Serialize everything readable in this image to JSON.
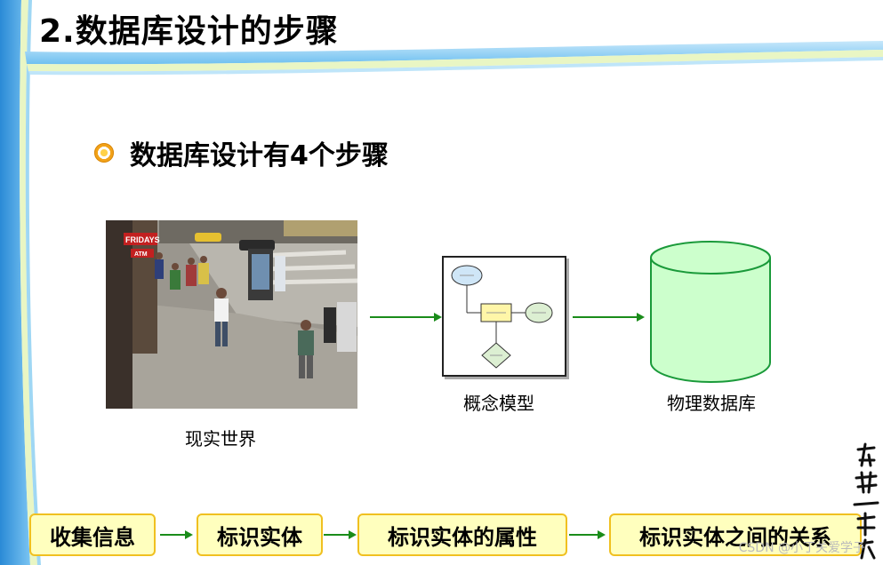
{
  "slide": {
    "title": "2.数据库设计的步骤",
    "bullet": "数据库设计有4个步骤"
  },
  "diagram": {
    "real_world_label": "现实世界",
    "concept_model_label": "概念模型",
    "physical_db_label": "物理数据库"
  },
  "steps": [
    {
      "label": "收集信息"
    },
    {
      "label": "标识实体"
    },
    {
      "label": "标识实体的属性"
    },
    {
      "label": "标识实体之间的关系"
    }
  ],
  "photo_signage": {
    "sign1": "FRIDAYS",
    "sign2": "ATM"
  },
  "watermark": "CSDN @小丁关爱学子",
  "colors": {
    "arrow_green": "#1a8c1a",
    "step_fill": "#ffffbe",
    "step_border": "#f0c020",
    "db_fill": "#ccffcc",
    "db_stroke": "#1a9a3a"
  }
}
